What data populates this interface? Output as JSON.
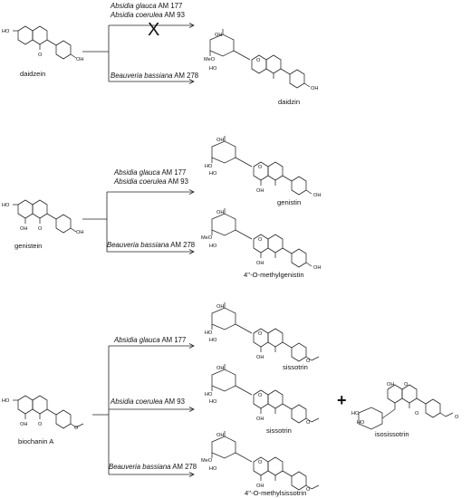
{
  "reactions": [
    {
      "substrate": "daidzein",
      "branches": [
        {
          "organism": "Absidia glauca",
          "strain": "AM 177",
          "organism2": "Absidia coerulea",
          "strain2": "AM 93",
          "blocked": true,
          "blocked_mark": "X"
        },
        {
          "organism": "Beauveria bassiana",
          "strain": "AM 278",
          "product": "daidzin"
        }
      ]
    },
    {
      "substrate": "genistein",
      "branches": [
        {
          "organism": "Absidia glauca",
          "strain": "AM 177",
          "organism2": "Absidia coerulea",
          "strain2": "AM 93",
          "product": "genistin"
        },
        {
          "organism": "Beauveria bassiana",
          "strain": "AM 278",
          "product": "4''-O-methylgenistin"
        }
      ]
    },
    {
      "substrate": "biochanin A",
      "branches": [
        {
          "organism": "Absidia glauca",
          "strain": "AM 177",
          "product": "sissotrin"
        },
        {
          "organism": "Absidia coerulea",
          "strain": "AM 93",
          "product": "sissotrin",
          "extra_product": "isosissotrin",
          "plus_sign": "+"
        },
        {
          "organism": "Beauveria bassiana",
          "strain": "AM 278",
          "product": "4''-O-methylsissotrin"
        }
      ]
    }
  ],
  "atom_labels": {
    "ho": "HO",
    "oh": "OH",
    "o": "O",
    "meo": "MeO"
  }
}
